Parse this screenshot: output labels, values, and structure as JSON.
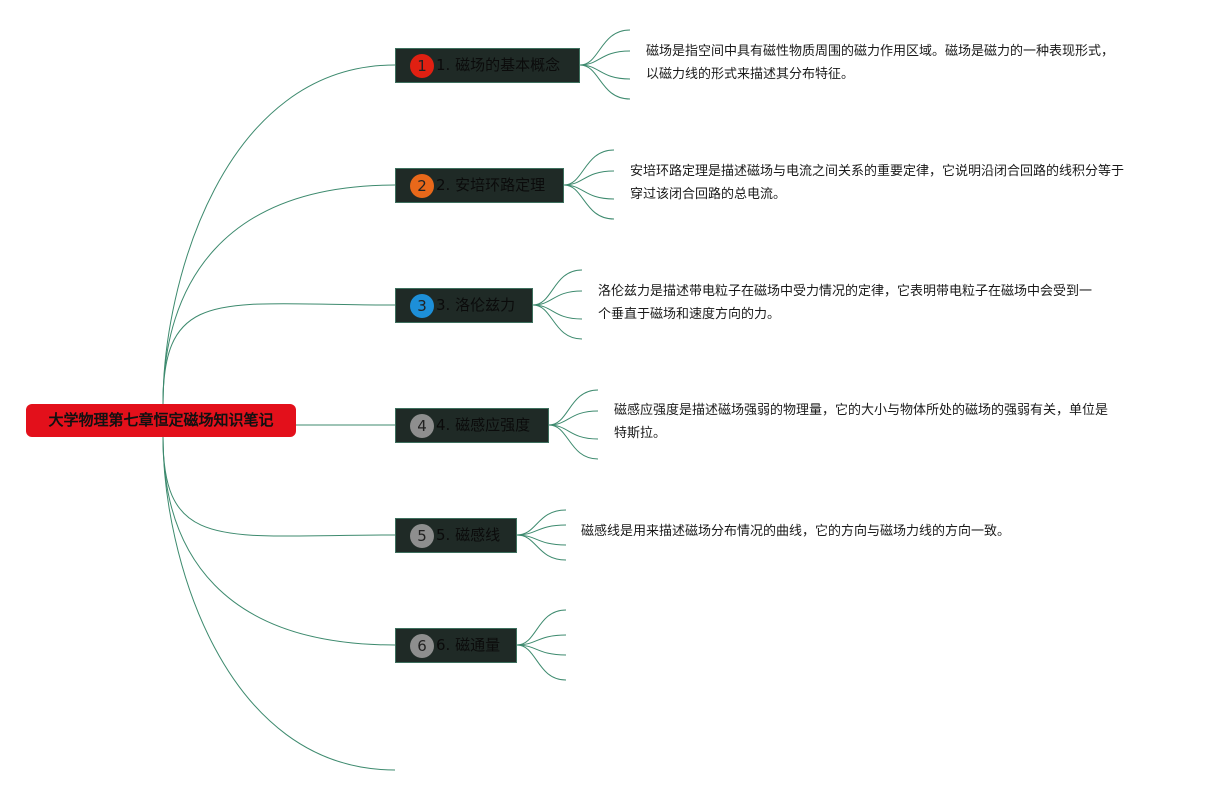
{
  "root": {
    "label": "大学物理第七章恒定磁场知识笔记",
    "color": "#e3101b"
  },
  "topics": [
    {
      "num": "1",
      "label": "1. 磁场的基本概念",
      "badge_color": "#e02012",
      "note": "磁场是指空间中具有磁性物质周围的磁力作用区域。磁场是磁力的一种表现形式，以磁力线的形式来描述其分布特征。"
    },
    {
      "num": "2",
      "label": "2. 安培环路定理",
      "badge_color": "#e8681a",
      "note": "安培环路定理是描述磁场与电流之间关系的重要定律，它说明沿闭合回路的线积分等于穿过该闭合回路的总电流。"
    },
    {
      "num": "3",
      "label": "3. 洛伦兹力",
      "badge_color": "#1d8fd8",
      "note": "洛伦兹力是描述带电粒子在磁场中受力情况的定律，它表明带电粒子在磁场中会受到一个垂直于磁场和速度方向的力。"
    },
    {
      "num": "4",
      "label": "4. 磁感应强度",
      "badge_color": "#8e8e8e",
      "note": "磁感应强度是描述磁场强弱的物理量，它的大小与物体所处的磁场的强弱有关，单位是特斯拉。"
    },
    {
      "num": "5",
      "label": "5. 磁感线",
      "badge_color": "#8e8e8e",
      "note": "磁感线是用来描述磁场分布情况的曲线，它的方向与磁场力线的方向一致。"
    },
    {
      "num": "6",
      "label": "6. 磁通量",
      "badge_color": "#8e8e8e",
      "note": ""
    }
  ],
  "colors": {
    "line": "#3d8a6e",
    "topic_bg": "#1f2a26"
  }
}
